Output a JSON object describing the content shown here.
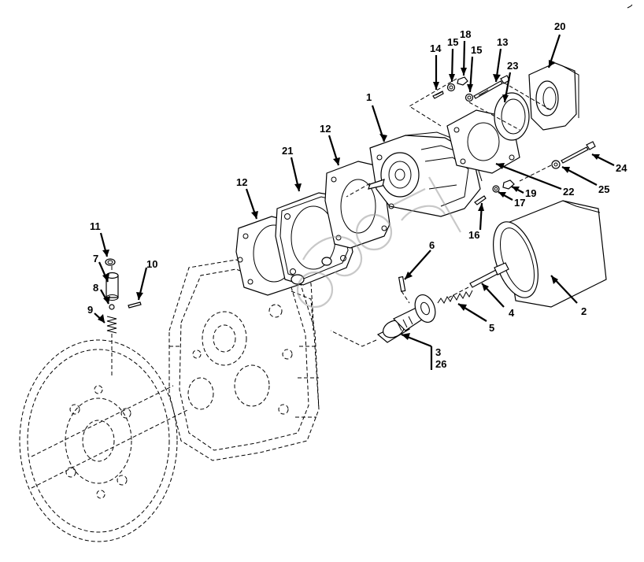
{
  "diagram": {
    "callouts": [
      {
        "id": "c1",
        "label": "1"
      },
      {
        "id": "c2",
        "label": "2"
      },
      {
        "id": "c3",
        "label": "3"
      },
      {
        "id": "c26",
        "label": "26"
      },
      {
        "id": "c4",
        "label": "4"
      },
      {
        "id": "c5",
        "label": "5"
      },
      {
        "id": "c6",
        "label": "6"
      },
      {
        "id": "c7",
        "label": "7"
      },
      {
        "id": "c8",
        "label": "8"
      },
      {
        "id": "c9",
        "label": "9"
      },
      {
        "id": "c10",
        "label": "10"
      },
      {
        "id": "c11",
        "label": "11"
      },
      {
        "id": "c12a",
        "label": "12"
      },
      {
        "id": "c12b",
        "label": "12"
      },
      {
        "id": "c13",
        "label": "13"
      },
      {
        "id": "c14",
        "label": "14"
      },
      {
        "id": "c15a",
        "label": "15"
      },
      {
        "id": "c15b",
        "label": "15"
      },
      {
        "id": "c16",
        "label": "16"
      },
      {
        "id": "c17",
        "label": "17"
      },
      {
        "id": "c18",
        "label": "18"
      },
      {
        "id": "c19",
        "label": "19"
      },
      {
        "id": "c20",
        "label": "20"
      },
      {
        "id": "c21",
        "label": "21"
      },
      {
        "id": "c22",
        "label": "22"
      },
      {
        "id": "c23",
        "label": "23"
      },
      {
        "id": "c24",
        "label": "24"
      },
      {
        "id": "c25",
        "label": "25"
      }
    ]
  },
  "icons": {
    "watermark": "watermark-logo-icon",
    "corner_mark": "corner-mark-icon"
  }
}
